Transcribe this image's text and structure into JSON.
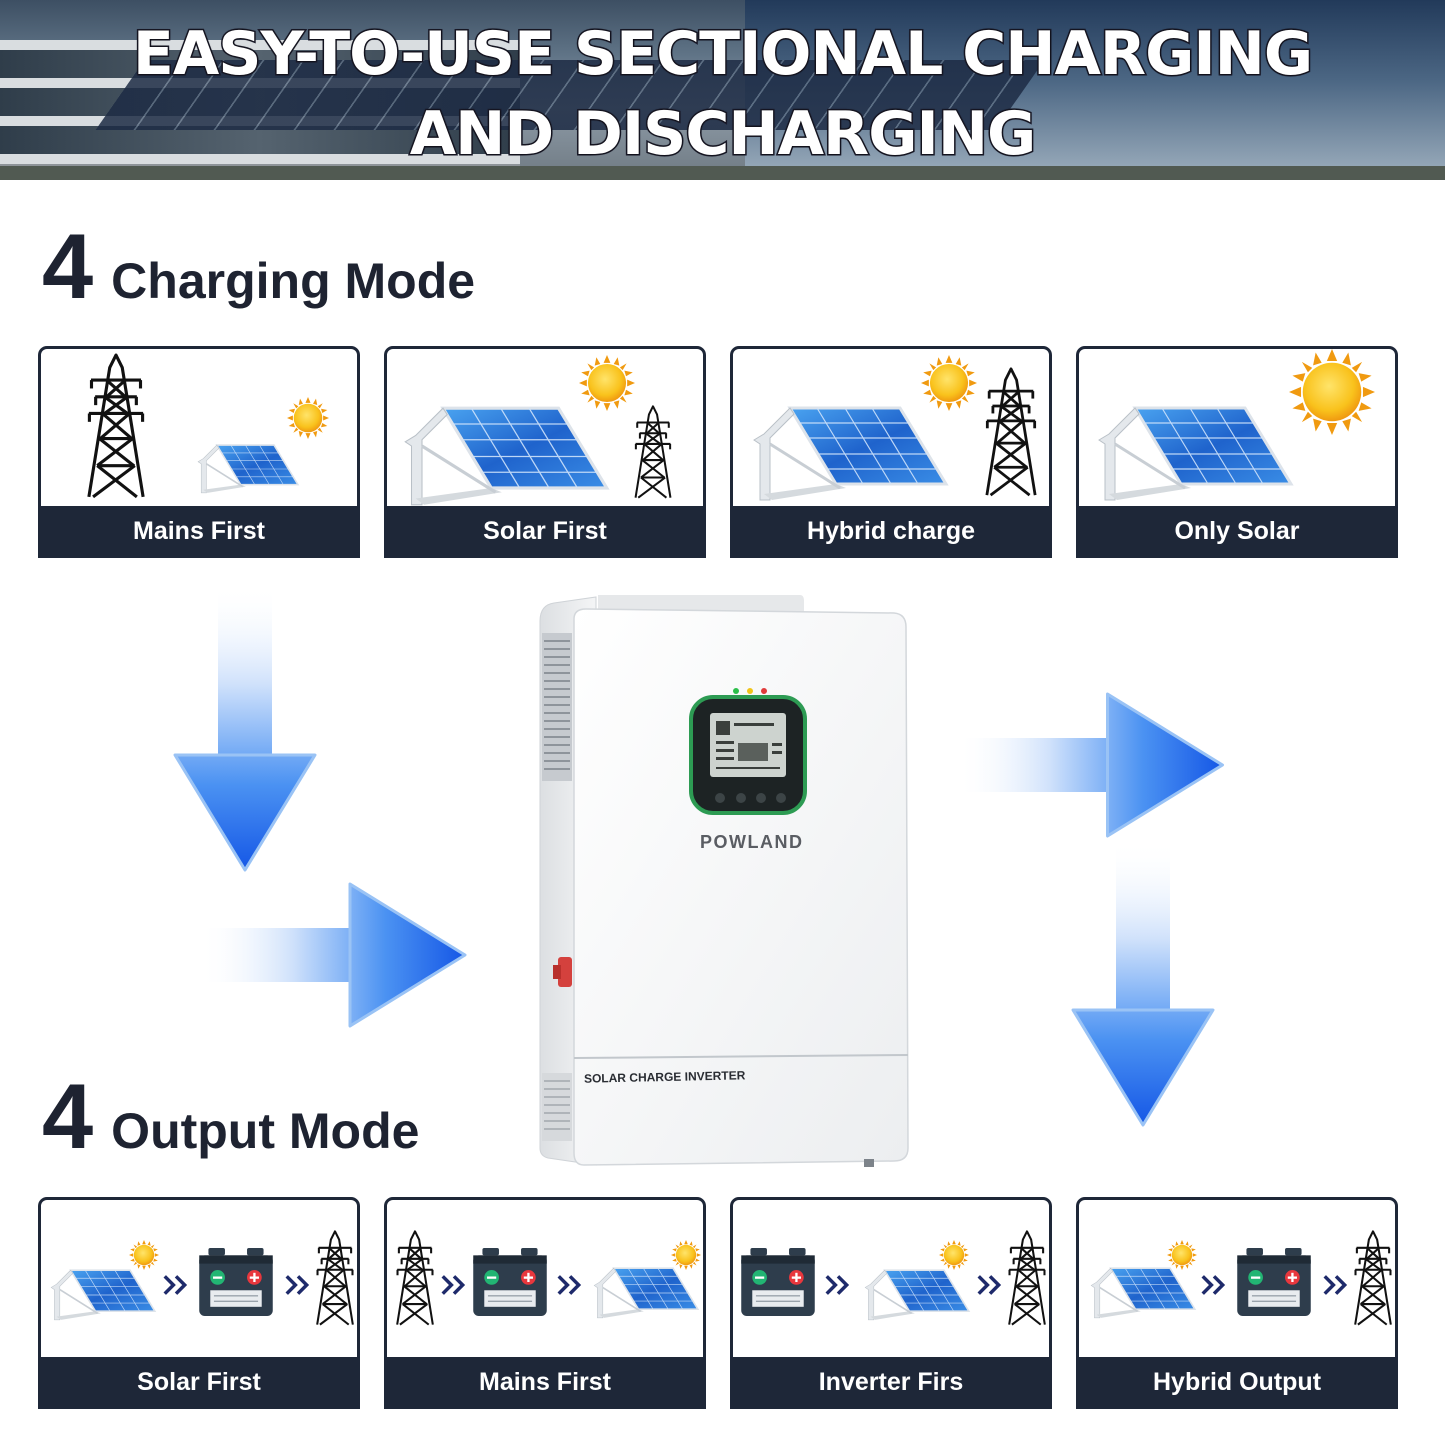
{
  "banner": {
    "title_line1": "EASY-TO-USE SECTIONAL CHARGING",
    "title_line2": "AND DISCHARGING"
  },
  "charging": {
    "number": "4",
    "title": "Charging Mode",
    "cards": [
      {
        "label": "Mains First"
      },
      {
        "label": "Solar First"
      },
      {
        "label": "Hybrid charge"
      },
      {
        "label": "Only Solar"
      }
    ]
  },
  "output": {
    "number": "4",
    "title": "Output Mode",
    "cards": [
      {
        "label": "Solar First"
      },
      {
        "label": "Mains First"
      },
      {
        "label": "Inverter Firs"
      },
      {
        "label": "Hybrid Output"
      }
    ]
  },
  "device": {
    "brand": "POWLAND",
    "model_label": "SOLAR CHARGE INVERTER"
  },
  "colors": {
    "label_bar": "#1e2738",
    "arrow_blue": "#1e6cf2",
    "sun": "#f9b21c",
    "panel": "#1f63cc"
  }
}
